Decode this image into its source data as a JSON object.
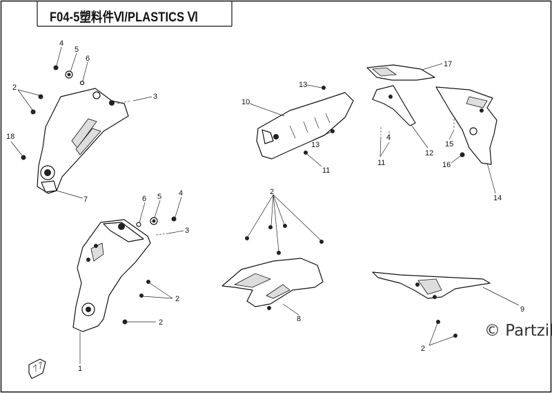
{
  "title": "F04-5塑料件Ⅵ/PLASTICS Ⅵ",
  "watermark": "© Partzilla",
  "callouts": {
    "c1": "1",
    "c2a": "2",
    "c2b": "2",
    "c2c": "2",
    "c2d": "2",
    "c2e": "2",
    "c3a": "3",
    "c3b": "3",
    "c4a": "4",
    "c4b": "4",
    "c4c": "4",
    "c5a": "5",
    "c5b": "5",
    "c6a": "6",
    "c6b": "6",
    "c7": "7",
    "c8": "8",
    "c9": "9",
    "c10": "10",
    "c11a": "11",
    "c11b": "11",
    "c12": "12",
    "c13a": "13",
    "c13b": "13",
    "c14": "14",
    "c15": "15",
    "c16": "16",
    "c17": "17",
    "c18": "18"
  }
}
